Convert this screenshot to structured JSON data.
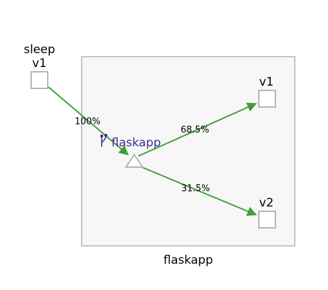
{
  "graph": {
    "group": {
      "label": "flaskapp"
    },
    "nodes": {
      "sleep": {
        "name": "sleep",
        "version": "v1"
      },
      "service": {
        "label": "flaskapp",
        "icon": "branch-icon"
      },
      "v1": {
        "version": "v1"
      },
      "v2": {
        "version": "v2"
      }
    },
    "edges": {
      "sleep_to_service": {
        "label": "100%"
      },
      "service_to_v1": {
        "label": "68.5%"
      },
      "service_to_v2": {
        "label": "31.5%"
      }
    }
  },
  "colors": {
    "edge": "#3fa037",
    "node_stroke": "#b5b5b5",
    "group_fill": "#f7f7f7",
    "group_stroke": "#c4c4c4",
    "service_text": "#3e2d8f"
  }
}
